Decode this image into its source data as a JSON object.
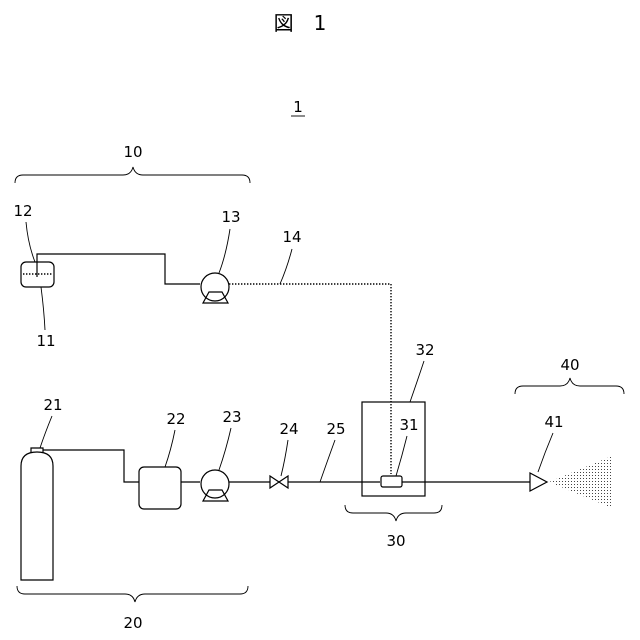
{
  "figure": {
    "title": "図　1"
  },
  "labels": {
    "system": "1",
    "group_10": "10",
    "group_20": "20",
    "group_30": "30",
    "group_40": "40",
    "part_11": "11",
    "part_12": "12",
    "part_13": "13",
    "part_14": "14",
    "part_21": "21",
    "part_22": "22",
    "part_23": "23",
    "part_24": "24",
    "part_25": "25",
    "part_31": "31",
    "part_32": "32",
    "part_41": "41"
  }
}
